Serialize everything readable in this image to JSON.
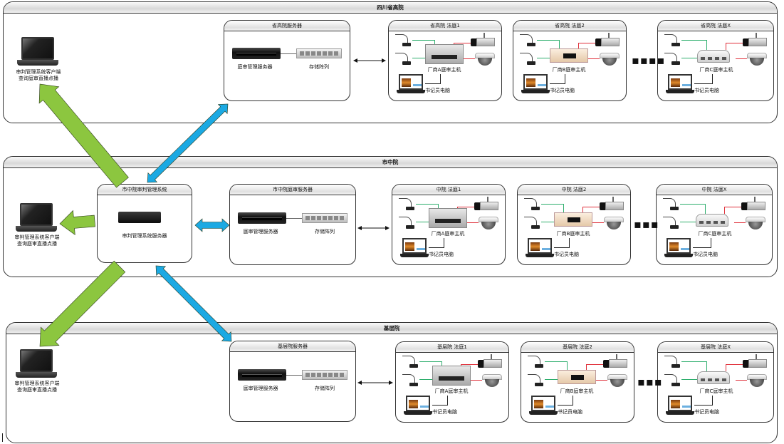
{
  "colors": {
    "green_arrow": "#8cc63f",
    "blue_arrow": "#1ba9e3",
    "green_wire": "#2eae6d",
    "red_wire": "#e0303a"
  },
  "tiers": [
    {
      "title": "四川省高院",
      "client": {
        "line1": "审判管理系统客户端",
        "line2": "查询庭审直播点播"
      },
      "server_box": {
        "title": "省高院服务器",
        "server_label": "庭审管理服务器",
        "storage_label": "存储阵列"
      },
      "courtrooms": [
        {
          "title": "省高院 法庭1",
          "host_label": "厂商A庭审主机",
          "clerk_label": "书记员电脑"
        },
        {
          "title": "省高院 法庭2",
          "host_label": "厂商B庭审主机",
          "clerk_label": "书记员电脑"
        },
        {
          "title": "省高院 法庭X",
          "host_label": "厂商C庭审主机",
          "clerk_label": "书记员电脑"
        }
      ],
      "ellipsis": "▪▪▪▪"
    },
    {
      "title": "市中院",
      "client": {
        "line1": "审判管理系统客户端",
        "line2": "查询庭审直播点播"
      },
      "mgmt_box": {
        "title": "市中院审判管理系统",
        "server_label": "审判管理系统服务器"
      },
      "server_box": {
        "title": "市中院庭审服务器",
        "server_label": "庭审管理服务器",
        "storage_label": "存储阵列"
      },
      "courtrooms": [
        {
          "title": "中院 法庭1",
          "host_label": "厂商A庭审主机",
          "clerk_label": "书记员电脑"
        },
        {
          "title": "中院 法庭2",
          "host_label": "厂商B庭审主机",
          "clerk_label": "书记员电脑"
        },
        {
          "title": "中院 法庭X",
          "host_label": "厂商C庭审主机",
          "clerk_label": "书记员电脑"
        }
      ],
      "ellipsis": "▪▪▪"
    },
    {
      "title": "基层院",
      "client": {
        "line1": "审判管理系统客户端",
        "line2": "查询庭审直播点播"
      },
      "server_box": {
        "title": "基层院服务器",
        "server_label": "庭审管理服务器",
        "storage_label": "存储阵列"
      },
      "courtrooms": [
        {
          "title": "基层院 法庭1",
          "host_label": "厂商A庭审主机",
          "clerk_label": "书记员电脑"
        },
        {
          "title": "基层院 法庭2",
          "host_label": "厂商B庭审主机",
          "clerk_label": "书记员电脑"
        },
        {
          "title": "基层院 法庭X",
          "host_label": "厂商C庭审主机",
          "clerk_label": "书记员电脑"
        }
      ],
      "ellipsis": "▪▪▪"
    }
  ],
  "connections": [
    {
      "from": "市中院审判管理系统",
      "to": "四川省高院 客户端",
      "type": "one-way",
      "color": "green"
    },
    {
      "from": "市中院审判管理系统",
      "to": "省高院服务器",
      "type": "two-way",
      "color": "blue"
    },
    {
      "from": "市中院审判管理系统",
      "to": "市中院 客户端",
      "type": "one-way",
      "color": "green"
    },
    {
      "from": "市中院审判管理系统",
      "to": "市中院庭审服务器",
      "type": "two-way",
      "color": "blue"
    },
    {
      "from": "市中院审判管理系统",
      "to": "基层院 客户端",
      "type": "one-way",
      "color": "green"
    },
    {
      "from": "市中院审判管理系统",
      "to": "基层院服务器",
      "type": "two-way",
      "color": "blue"
    }
  ]
}
